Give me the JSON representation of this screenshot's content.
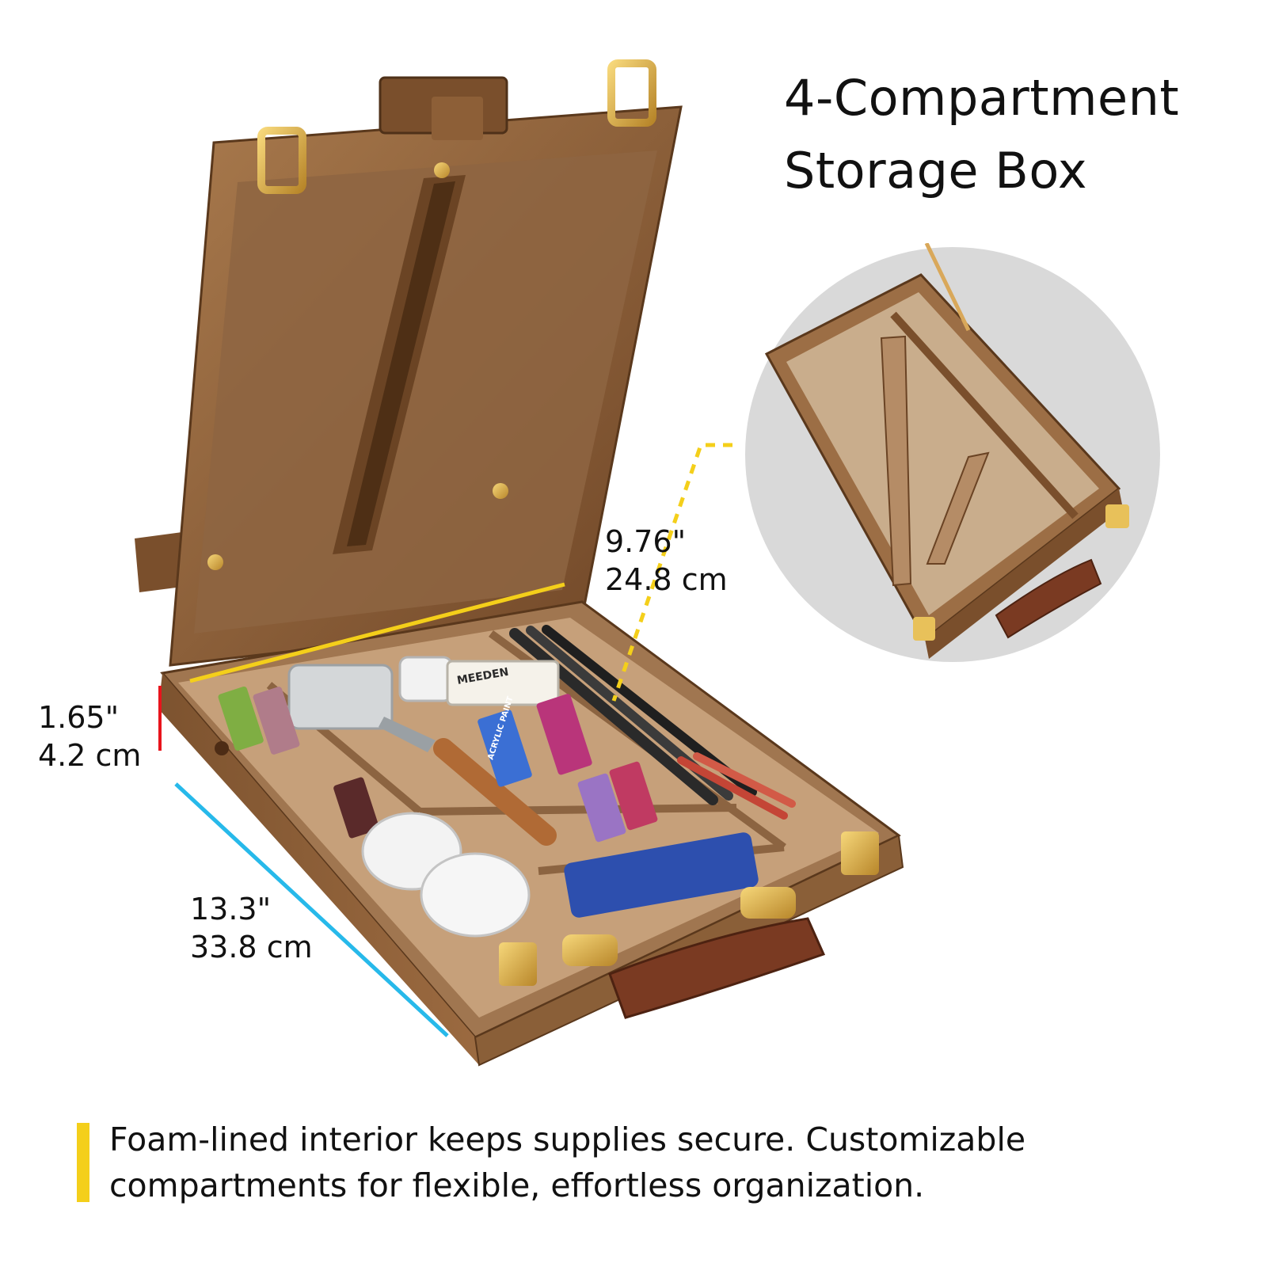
{
  "title": {
    "line1": "4-Compartment",
    "line2": "Storage Box"
  },
  "dimensions": {
    "height": {
      "inches": "1.65\"",
      "cm": "4.2 cm",
      "color": "#e8141c"
    },
    "depth": {
      "inches": "9.76\"",
      "cm": "24.8 cm",
      "color": "#f4cf1a"
    },
    "width": {
      "inches": "13.3\"",
      "cm": "33.8 cm",
      "color": "#27b9ea"
    }
  },
  "caption": {
    "line1": "Foam-lined interior keeps supplies secure. Customizable",
    "line2": "compartments for flexible, effortless organization."
  },
  "product_labels": {
    "brand": "MEEDEN",
    "tube_label": "ACRYLIC PAINT"
  },
  "colors": {
    "accent_yellow": "#f4cf1a",
    "wood": "#8a5f38",
    "detail_bg": "#d9d9d9"
  }
}
